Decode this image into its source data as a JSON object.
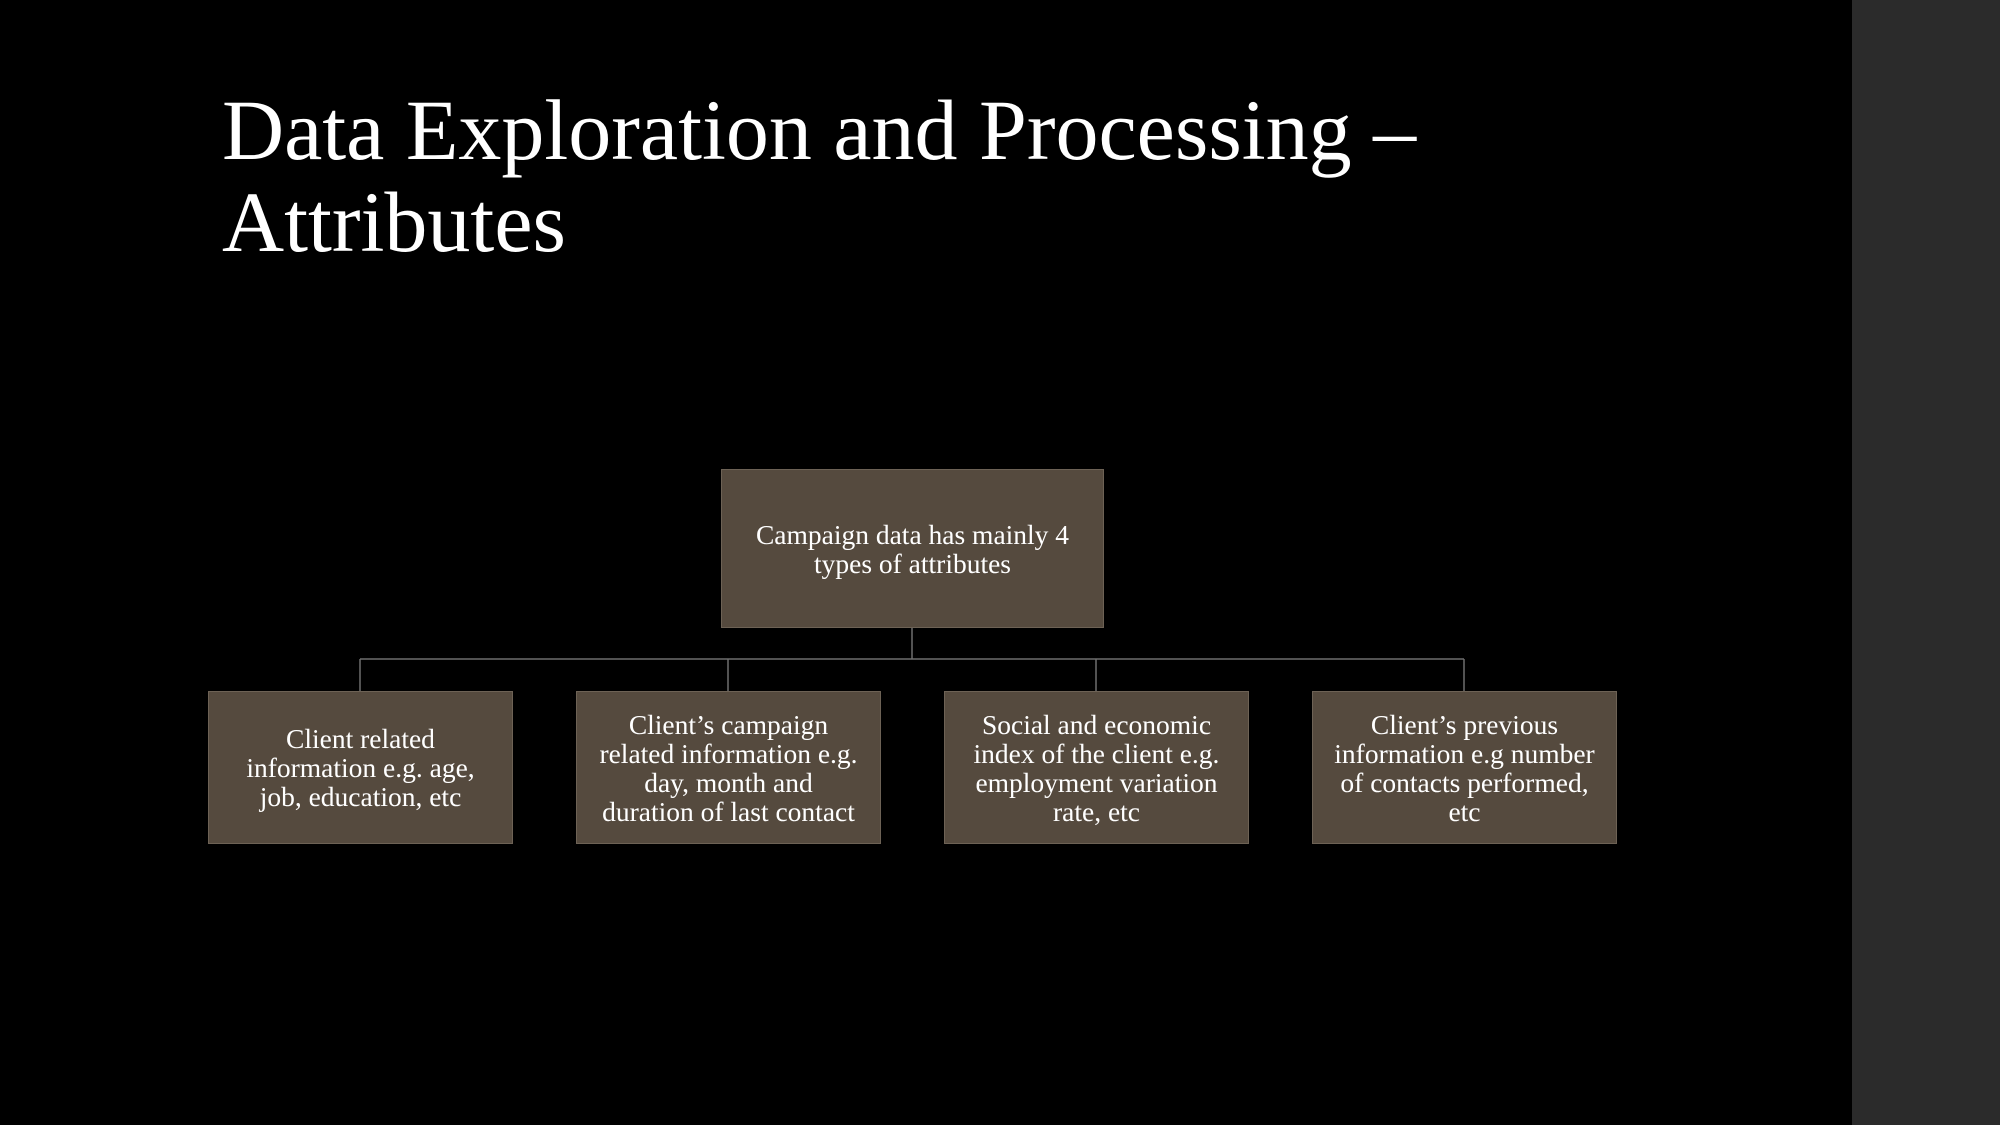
{
  "slide": {
    "title_lines": [
      "Data Exploration and Processing –",
      "Attributes"
    ]
  },
  "diagram": {
    "root": {
      "lines": [
        "Campaign data has mainly 4",
        "types of attributes"
      ]
    },
    "children": [
      {
        "lines": [
          "Client related",
          "information e.g. age,",
          "job, education, etc"
        ]
      },
      {
        "lines": [
          "Client’s campaign",
          "related information e.g.",
          "day, month and",
          "duration of last contact"
        ]
      },
      {
        "lines": [
          "Social and economic",
          "index of the client e.g.",
          "employment variation",
          "rate, etc"
        ]
      },
      {
        "lines": [
          "Client’s previous",
          "information e.g number",
          "of contacts performed,",
          "etc"
        ]
      }
    ]
  },
  "colors": {
    "background": "#000000",
    "side_panel": "#2b2b2b",
    "node_fill": "#554a3e",
    "node_border": "#6d6255",
    "connector": "#6e6e6e",
    "text": "#ffffff"
  }
}
